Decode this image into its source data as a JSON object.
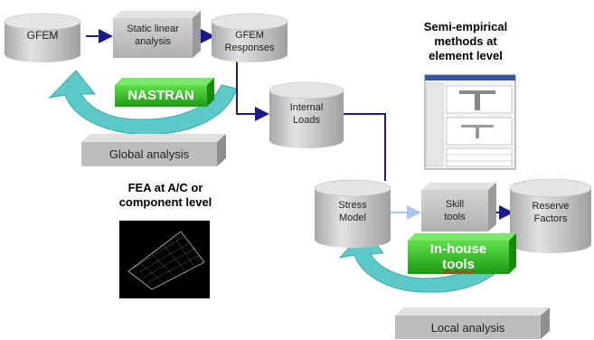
{
  "nodes": {
    "gfem": "GFEM",
    "static_linear_analysis": [
      "Static linear",
      "analysis"
    ],
    "gfem_responses": [
      "GFEM",
      "Responses"
    ],
    "internal_loads": [
      "Internal",
      "Loads"
    ],
    "stress_model": [
      "Stress",
      "Model"
    ],
    "skill_tools": [
      "Skill",
      "tools"
    ],
    "reserve_factors": [
      "Reserve",
      "Factors"
    ]
  },
  "badges": {
    "nastran": "NASTRAN",
    "inhouse_tools": [
      "In-house",
      "tools"
    ]
  },
  "platforms": {
    "global_analysis": "Global analysis",
    "local_analysis": "Local analysis"
  },
  "headings": {
    "semi_empirical": [
      "Semi-empirical",
      "methods at",
      "element level"
    ],
    "fea_level": [
      "FEA at A/C or",
      "component level"
    ]
  },
  "colors": {
    "cylinder_fill": "#c8c8c8",
    "box_fill": "#bdbdbd",
    "arrow": "#1a1a8c",
    "cycle_arrow": "#5ec9c9",
    "badge_green": "#2fbf1f"
  }
}
